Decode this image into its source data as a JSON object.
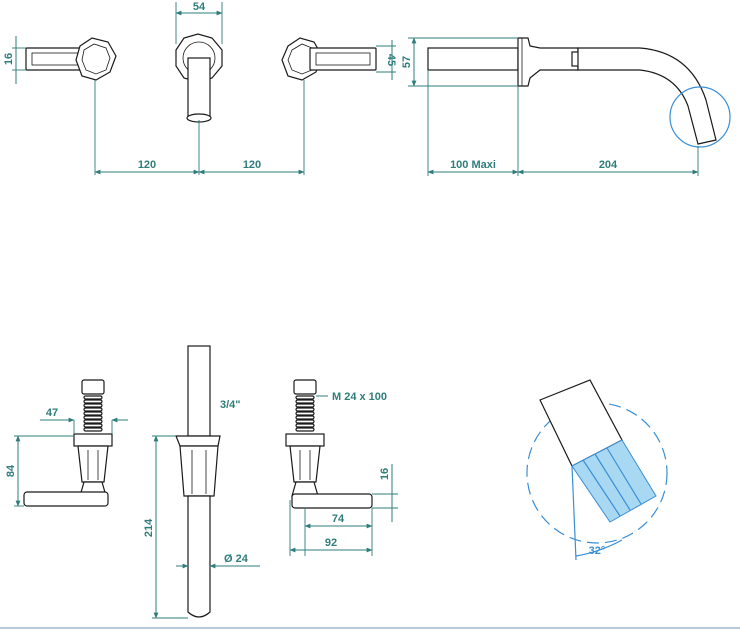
{
  "top_view": {
    "dim_handle_height": "16",
    "dim_spout_collar": "54",
    "dim_right_handle": "45",
    "dim_spacing_left": "120",
    "dim_spacing_right": "120"
  },
  "side_view": {
    "dim_height": "57",
    "dim_body_length": "100 Maxi",
    "dim_spout_reach": "204"
  },
  "bottom_left_valve": {
    "dim_width": "47",
    "dim_height": "84"
  },
  "bottom_spout": {
    "dim_thread": "3/4\"",
    "dim_length": "214",
    "dim_diameter": "Ø 24"
  },
  "bottom_right_valve": {
    "dim_thread": "M  24 x 100",
    "dim_handle_height": "16",
    "dim_handle_reach": "74",
    "dim_overall_reach": "92"
  },
  "detail_circle": {
    "dim_angle": "32°"
  },
  "colors": {
    "dimension": "#2e7d7a",
    "detail_blue": "#3a8fd6",
    "water_fill": "#a9d8f2",
    "line": "#1a1a1a"
  }
}
